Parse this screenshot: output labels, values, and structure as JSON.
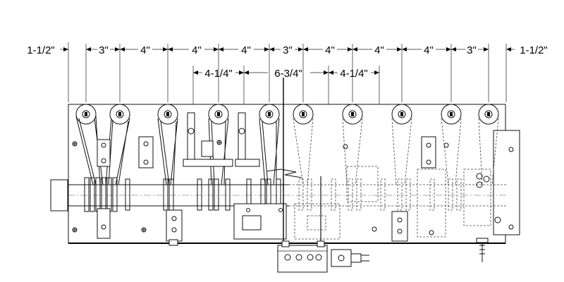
{
  "drawing": {
    "top_dimensions": [
      "1-1/2\"",
      "3\"",
      "4\"",
      "4\"",
      "4\"",
      "3\"",
      "4\"",
      "4\"",
      "4\"",
      "3\"",
      "1-1/2\""
    ],
    "mid_dimensions": [
      "4-1/4\"",
      "6-3/4\"",
      "4-1/4\""
    ]
  }
}
